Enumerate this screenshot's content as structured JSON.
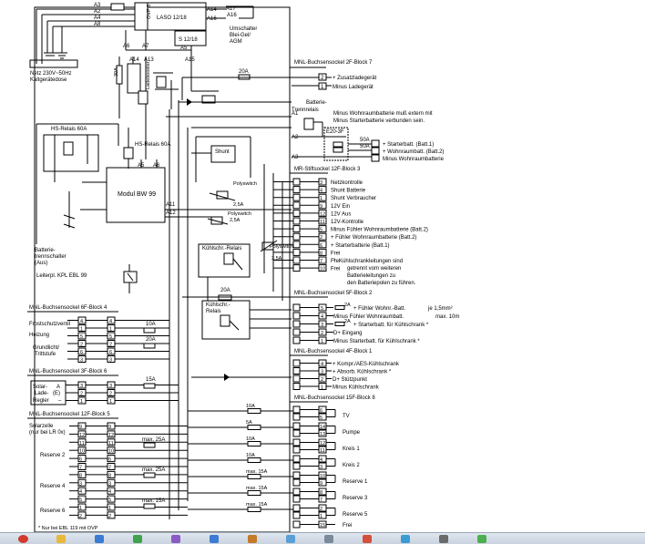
{
  "labels": {
    "laso": "LASO 12/18",
    "s1218": "S 12/18",
    "ovp": "OVP 3",
    "netz1": "Netz 230V~50Hz",
    "netz2": "Kaltgerätedose",
    "umschalter1": "Umschalter",
    "umschalter2": "Blei-Gel/",
    "umschalter3": "AGM",
    "ladebooster": "Ladebooster",
    "f30": "30A",
    "hs_relais_60": "HS-Relais 60A",
    "hs_relais_60b": "HS-Relais 60A",
    "modul": "Modul BW 99",
    "shunt": "Shunt",
    "batt_trenn1": "Batterie-",
    "batt_trenn2": "trennschalter",
    "batt_trenn3": "(Aus)",
    "leiterpl": "Leiterpl. KPL EBL 99",
    "batterie_trennrelais1": "Batterie-",
    "batterie_trennrelais2": "Trennrelais",
    "kuehl_relais": "Kühlschr.-Relais",
    "kuehl_relais2a": "Kühlschr.-",
    "kuehl_relais2b": "Relais",
    "polyswitch": "Polyswitch",
    "polyswitch_val": "2,5A",
    "note_ovp": "* Nur bei EBL 119 mit OVP",
    "e20": "E20-3F"
  },
  "blocks": {
    "mnl7": "MNL-Buchsensockel 2F-Block 7",
    "mr3": "MR-Stiftsockel 12F-Block 3",
    "mnl2": "MNL-Buchsensockel 5F-Block 2",
    "mnl1": "MNL-Buchsensockel 4F-Block 1",
    "mnl8": "MNL-Buchsensockel 15F-Block 8",
    "mnl4": "MNL-Buchsensockel 6F-Block 4",
    "mnl6": "MNL-Buchsensockel 3F-Block 6",
    "mnl5": "MNL-Buchsensockel 12F-Block 5"
  },
  "block7": [
    {
      "pin": "2",
      "text": "+ Zusatzladegerät"
    },
    {
      "pin": "1",
      "text": "Minus Ladegerät"
    }
  ],
  "wohnraum": {
    "line1": "Minus Wohnraumbatterie muß extern mit",
    "line2": "Minus Starterbatterie verbunden sein.",
    "a1": "A1",
    "a2": "A2",
    "a3": "A3",
    "f50a": "50A",
    "f50b": "50A",
    "starter": "+ Starterbatt. (Batt.1)",
    "wohnbatt": "+ Wohnraumbatt. (Batt.2)",
    "minus": "Minus Wohnraumbatterie"
  },
  "block3": [
    {
      "pin": "3",
      "text": "Netzkontrolle"
    },
    {
      "pin": "4",
      "text": "Shunt Batterie"
    },
    {
      "pin": "1",
      "text": "Shunt Verbraucher"
    },
    {
      "pin": "9",
      "text": "12V Ein"
    },
    {
      "pin": "12",
      "text": "12V Aus"
    },
    {
      "pin": "11",
      "text": "12V-Kontrolle"
    },
    {
      "pin": "5",
      "text": "Minus Fühler Wohnraumbatterie (Batt.2)"
    },
    {
      "pin": "2",
      "text": "+ Fühler Wohnraumbatterie (Batt.2)"
    },
    {
      "pin": "6",
      "text": "+ Starterbatterie (Batt.1)"
    },
    {
      "pin": "8",
      "text": "Frei"
    },
    {
      "pin": "7",
      "text": "Frei"
    },
    {
      "pin": "10",
      "text": "Frei"
    }
  ],
  "kuehl_note": {
    "line1": "Kühlschrankleitungen sind",
    "line2": "getrennt vom weiteren",
    "line3": "Batterieleitungen zu",
    "line4": "den Batteriepolen zu führen."
  },
  "block2": [
    {
      "pin": "5",
      "fuse": "2A",
      "text": "+ Fühler Wohnr.-Batt.",
      "extra": "je 1,5mm²"
    },
    {
      "pin": "4",
      "fuse": "",
      "text": "Minus Fühler Wohnraumbatt.",
      "extra": "max. 10m"
    },
    {
      "pin": "3",
      "fuse": "2A",
      "text": "+ Starterbatt. für Kühlschrank *",
      "extra": ""
    },
    {
      "pin": "2",
      "fuse": "",
      "text": "D+ Eingang",
      "extra": ""
    },
    {
      "pin": "1",
      "fuse": "",
      "text": "Minus Starterbatt. für Kühlschrank *",
      "extra": ""
    }
  ],
  "block1": [
    {
      "pin": "4",
      "text": "+ Kompr./AES-Kühlschrank"
    },
    {
      "pin": "3",
      "text": "+ Absorb. Kühlschrank *"
    },
    {
      "pin": "2",
      "text": "D+ Stützpunkt"
    },
    {
      "pin": "1",
      "text": "Minus Kühlschrank"
    }
  ],
  "block8": [
    {
      "pins": [
        "6",
        "5"
      ],
      "text": "TV",
      "fuse": "10A"
    },
    {
      "pins": [
        "14",
        "13"
      ],
      "text": "Pumpe",
      "fuse": "5A"
    },
    {
      "pins": [
        "12",
        "11"
      ],
      "text": "Kreis 1",
      "fuse": "10A"
    },
    {
      "pins": [
        "4",
        "3"
      ],
      "text": "Kreis 2",
      "fuse": "10A"
    },
    {
      "pins": [
        "10",
        "9"
      ],
      "text": "Reserve 1",
      "fuse": "max. 15A"
    },
    {
      "pins": [
        "8",
        "7"
      ],
      "text": "Reserve 3",
      "fuse": "max. 15A"
    },
    {
      "pins": [
        "2",
        "1"
      ],
      "text": "Reserve 5",
      "fuse": "max. 15A"
    },
    {
      "pins": [
        "15"
      ],
      "text": "Frei",
      "fuse": ""
    }
  ],
  "block4": {
    "labels": [
      "Frostschutzventil",
      "Heizung",
      "Grundlicht/",
      "Trittstufe"
    ],
    "pins": [
      "4",
      "1",
      "5",
      "2",
      "6",
      "3"
    ],
    "fuses": [
      "10A",
      "20A"
    ]
  },
  "block6": {
    "label1": "Solar-",
    "label2": "Lade-",
    "label3": "Regler",
    "pa": "A",
    "pe": "(E)",
    "pminus": "–",
    "pins": [
      "3",
      "2",
      "1"
    ],
    "fuse": "15A"
  },
  "block5": {
    "solar1": "Solarzelle",
    "solar2": "(nur bei LR 0x)",
    "r": [
      "Reserve 2",
      "Reserve 4",
      "Reserve 6"
    ],
    "pins": [
      "9",
      "12",
      "11",
      "10",
      "6",
      "7",
      "8",
      "3",
      "4",
      "5",
      "1",
      "2"
    ],
    "fuses": [
      "max. 25A",
      "max. 25A",
      "max. 15A"
    ]
  },
  "pins_top": {
    "a3": "A3",
    "a2": "A2",
    "a4": "A4",
    "a8": "A8",
    "a14": "A14",
    "a16": "A16",
    "a17": "A17",
    "a6": "A6",
    "a5": "A5",
    "a7": "A7",
    "a13": "A13",
    "a14b": "A14",
    "a15": "A15"
  },
  "fuse_20a": "20A",
  "ab": {
    "a5": "A5",
    "a6": "A6",
    "a11": "A11",
    "a12": "A12"
  },
  "taskbar_icons": [
    "start-icon",
    "folder-icon",
    "browser-icon",
    "mail-icon",
    "media-icon",
    "doc-icon",
    "tool-icon",
    "app-icon",
    "app2-icon",
    "app3-icon",
    "app4-icon",
    "app5-icon",
    "app6-icon"
  ]
}
